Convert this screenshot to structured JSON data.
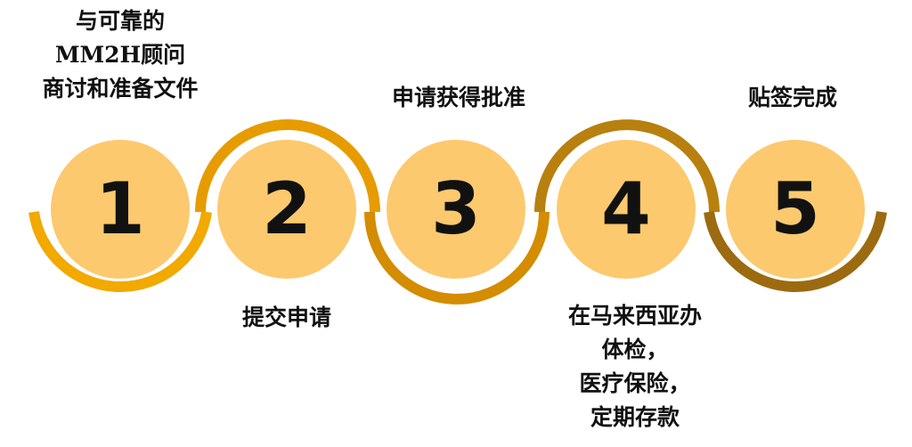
{
  "colors": {
    "circle_fill": "#fcc96e",
    "arc_1": "#f2a900",
    "arc_2": "#e69c00",
    "arc_3": "#d48c00",
    "arc_4": "#b8800e",
    "arc_5": "#9c6a10",
    "text": "#111111"
  },
  "steps": [
    {
      "number": "1",
      "label_lines": [
        "与可靠的",
        "MM2H顾问",
        "商讨和准备文件"
      ],
      "label_position": "top"
    },
    {
      "number": "2",
      "label_lines": [
        "提交申请"
      ],
      "label_position": "bottom"
    },
    {
      "number": "3",
      "label_lines": [
        "申请获得批准"
      ],
      "label_position": "top"
    },
    {
      "number": "4",
      "label_lines": [
        "在马来西亚办",
        "体检，",
        "医疗保险，",
        "定期存款"
      ],
      "label_position": "bottom"
    },
    {
      "number": "5",
      "label_lines": [
        "贴签完成"
      ],
      "label_position": "top"
    }
  ]
}
